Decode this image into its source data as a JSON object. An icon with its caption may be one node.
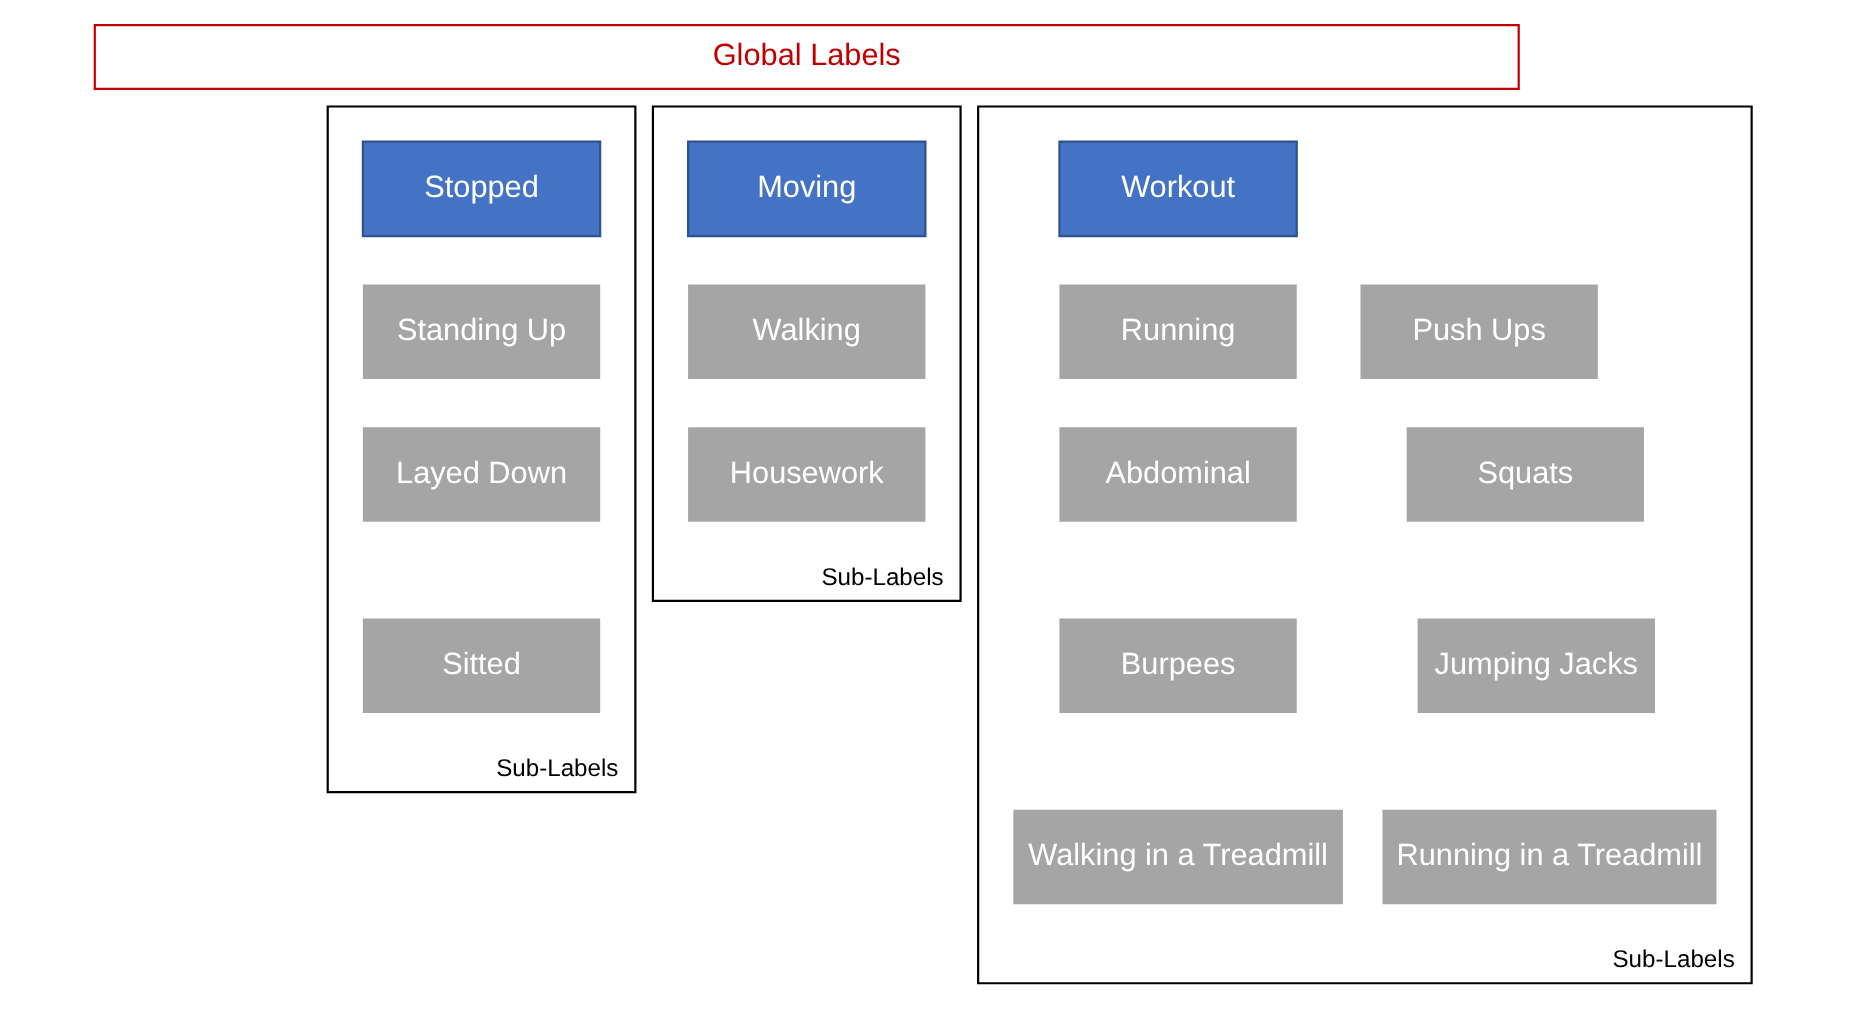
{
  "diagram": {
    "nodes": [
      {
        "text": [
          "Global Labels"
        ]
      },
      {
        "text": [
          "Sub-Labels"
        ]
      },
      {
        "text": [
          "Stopped"
        ],
        "in": 1
      },
      {
        "text": [
          "Standing Up"
        ],
        "in": 1
      },
      {
        "text": [
          "Layed Down"
        ],
        "in": 1
      },
      {
        "text": [
          "Sitted"
        ],
        "in": 1
      },
      {
        "text": [
          "Sub-Labels"
        ]
      },
      {
        "text": [
          "Moving"
        ],
        "in": 6
      },
      {
        "text": [
          "Walking"
        ],
        "in": 6
      },
      {
        "text": [
          "Housework"
        ],
        "in": 6
      },
      {
        "text": [
          "Sub-Labels"
        ]
      },
      {
        "text": [
          "Workout"
        ],
        "in": 10
      },
      {
        "text": [
          "Running"
        ],
        "in": 10
      },
      {
        "text": [
          "Push Ups"
        ],
        "in": 10
      },
      {
        "text": [
          "Abdominal"
        ],
        "in": 10
      },
      {
        "text": [
          "Squats"
        ],
        "in": 10
      },
      {
        "text": [
          "Burpees"
        ],
        "in": 10
      },
      {
        "text": [
          "Jumping Jacks"
        ],
        "in": 10
      },
      {
        "text": [
          "Walking in a Treadmill"
        ],
        "in": 10
      },
      {
        "text": [
          "Running in a Treadmill"
        ],
        "in": 10
      }
    ],
    "edges": []
  }
}
